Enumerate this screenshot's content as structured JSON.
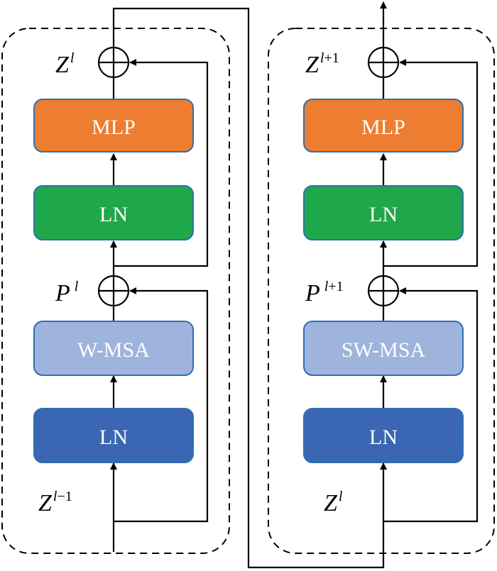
{
  "colors": {
    "mlp": "#ED7D31",
    "ln_green": "#1EA84A",
    "wmsa": "#9FB4DD",
    "ln_blue": "#3A66B4",
    "box_border": "#2E6FB0",
    "line": "#000000"
  },
  "left_block": {
    "mlp": "MLP",
    "ln_top": "LN",
    "msa": "W-MSA",
    "ln_bottom": "LN",
    "z_out": {
      "base": "Z",
      "sup": "l",
      "sup_rest": ""
    },
    "p_mid": {
      "base": "P",
      "sup": "l",
      "sup_rest": ""
    },
    "z_in": {
      "base": "Z",
      "sup": "l",
      "sup_rest": "−1"
    }
  },
  "right_block": {
    "mlp": "MLP",
    "ln_top": "LN",
    "msa": "SW-MSA",
    "ln_bottom": "LN",
    "z_out": {
      "base": "Z",
      "sup": "l",
      "sup_rest": "+1"
    },
    "p_mid": {
      "base": "P",
      "sup": "l",
      "sup_rest": "+1"
    },
    "z_in": {
      "base": "Z",
      "sup": "l",
      "sup_rest": ""
    }
  }
}
